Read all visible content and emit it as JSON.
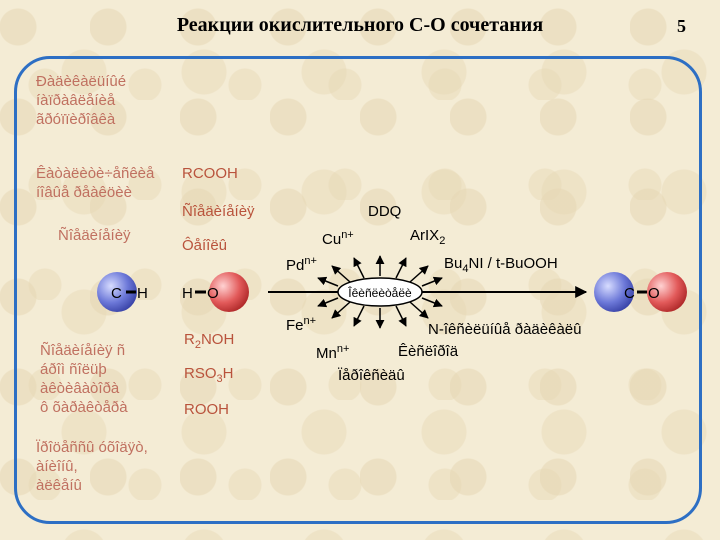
{
  "slide": {
    "title": "Реакции окислительного С-О сочетания",
    "page_number": "5"
  },
  "left_column": {
    "heading_1": "Ðàäèêàëüíûé\níàïðàâëåíèå\nãðóïïèðîâêà",
    "heading_2": "Êàòàëèòè÷åñêèå\níîâûå ðåàêöèè",
    "heading_3": "Ñîåäèíåíèÿ",
    "heading_4": "Ñîåäèíåíèÿ ñ\náðîì ñîëüþ\nàêòèâàòîðà\nô õàðàêòåðà",
    "heading_5": "Ïðîöåññû óõîäÿò,\nàíèîíû,\nàëêåíû"
  },
  "reagents": {
    "rcooh": "RCOOH",
    "label_a": "Ñîåäèíåíèÿ",
    "label_b": "Ôåíîëû",
    "r2noh": "R2NOH",
    "rso3h": "RSO3H",
    "rooh": "ROOH"
  },
  "center": {
    "ddq": "DDQ",
    "cu": "Cu",
    "cu_sup": "n+",
    "arix2": "ArIX",
    "arix2_sub": "2",
    "pd": "Pd",
    "pd_sup": "n+",
    "bu4ni": "Bu4NI / t-BuOOH",
    "oxidant": "Îêèñëèòåëè",
    "fe": "Fe",
    "fe_sup": "n+",
    "n_oxyl": "N-îêñèëüíûå ðàäèêàëû",
    "mn": "Mn",
    "mn_sup": "n+",
    "label_c": "Êèñëîðîä",
    "label_d": "Ïåðîêñèäû"
  },
  "molecules": {
    "left_c": "C",
    "left_h": "H",
    "mid_h": "H",
    "mid_o": "O",
    "right_c": "C",
    "right_o": "O"
  },
  "colors": {
    "frame": "#2d6fc4",
    "carbon_sphere": "#6c78d8",
    "oxygen_sphere": "#e25a5a",
    "label_text": "#b9533c"
  }
}
